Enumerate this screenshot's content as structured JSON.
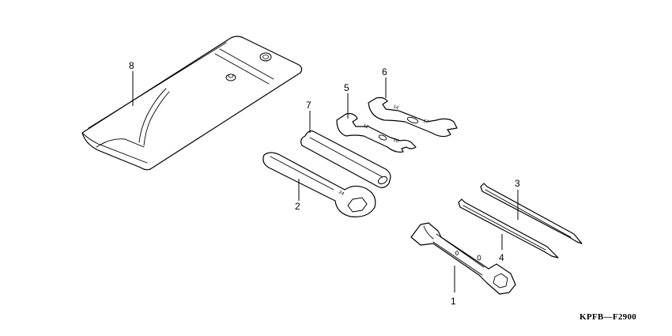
{
  "diagram": {
    "code": "KPFB—F2900",
    "callouts": {
      "c1": "1",
      "c2": "2",
      "c3": "3",
      "c4": "4",
      "c5": "5",
      "c6": "6",
      "c7": "7",
      "c8": "8"
    },
    "stamps": {
      "wrench_2": "24",
      "wrench_5_a": "12",
      "wrench_5_b": "10",
      "wrench_6_a": "14",
      "wrench_6_b": "17"
    }
  }
}
